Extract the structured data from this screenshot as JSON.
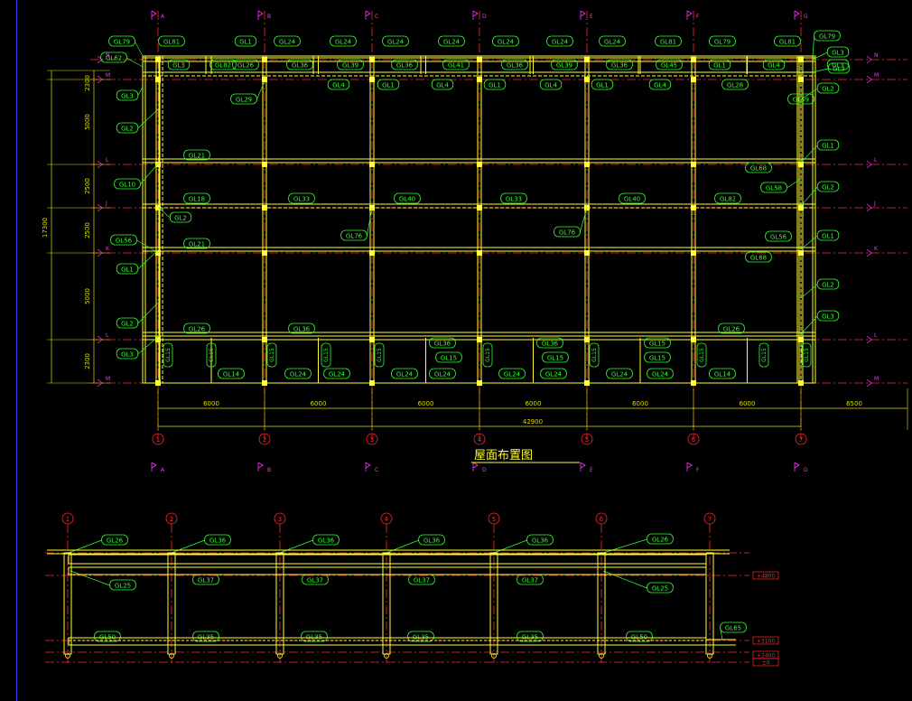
{
  "plan": {
    "title": "屋面布置图",
    "total_length": "42900",
    "total_width": "17300",
    "bay_dims": [
      "6000",
      "6000",
      "6000",
      "6000",
      "6000",
      "6000",
      "6500"
    ],
    "row_dims": [
      "2300",
      "5000",
      "2500",
      "2500",
      "5000",
      "2300"
    ],
    "axis_numbers": [
      "1",
      "2",
      "3",
      "4",
      "5",
      "6",
      "7"
    ],
    "axis_letters_top": [
      "A",
      "B",
      "C",
      "D",
      "E",
      "F",
      "G"
    ],
    "axis_letters_side": [
      "N",
      "M",
      "L",
      "J",
      "K",
      "L",
      "M"
    ],
    "beam_labels": {
      "top_row": [
        "GL79",
        "GL81",
        "GL1",
        "GL24",
        "GL24",
        "GL24",
        "GL24",
        "GL24",
        "GL24",
        "GL24",
        "GL81",
        "GL79"
      ],
      "top_inner": [
        "GL3",
        "GL82",
        "GL26",
        "GL36",
        "GL39",
        "GL36",
        "GL41",
        "GL36",
        "GL39",
        "GL36",
        "GL45",
        "GL1",
        "GL4",
        "GL3"
      ],
      "second": [
        "GL4",
        "GL1",
        "GL4",
        "GL1",
        "GL4",
        "GL1",
        "GL4",
        "GL28"
      ],
      "left_col": [
        "GL62",
        "GL3",
        "GL2",
        "GL10",
        "GL2",
        "GL56",
        "GL1",
        "GL2",
        "GL3"
      ],
      "right_col": [
        "GL2",
        "GL59",
        "GL1",
        "GL58",
        "GL2",
        "GL56",
        "GL1",
        "GL2",
        "GL3"
      ],
      "mid": [
        "GL21",
        "GL18",
        "GL33",
        "GL40",
        "GL33",
        "GL40",
        "GL82",
        "GL21",
        "GL68",
        "GL68",
        "GL76",
        "GL76",
        "GL29"
      ],
      "bottom": [
        "GL26",
        "GL36",
        "GL26",
        "GL36",
        "GL36",
        "GL15",
        "GL15",
        "GL14",
        "GL24",
        "GL24",
        "GL24",
        "GL24",
        "GL24",
        "GL24",
        "GL14",
        "GL15"
      ]
    }
  },
  "elevation": {
    "axis_numbers": [
      "1",
      "2",
      "3",
      "4",
      "5",
      "6",
      "7"
    ],
    "top_labels": [
      "GL26",
      "GL36",
      "GL36",
      "GL36",
      "GL36",
      "GL26"
    ],
    "mid_labels": [
      "GL25",
      "GL37",
      "GL37",
      "GL37",
      "GL37",
      "GL25"
    ],
    "bottom_labels": [
      "GL50",
      "GL35",
      "GL35",
      "GL35",
      "GL35",
      "GL50",
      "GL65"
    ],
    "levels": [
      "+4800",
      "+3100",
      "+2400",
      "±0"
    ]
  },
  "colors": {
    "background": "#000000",
    "axis": "#ff2a2a",
    "beam": "#ffff33",
    "tag": "#33ff33",
    "dim": "#dddd00",
    "marker": "#ff33ff"
  }
}
